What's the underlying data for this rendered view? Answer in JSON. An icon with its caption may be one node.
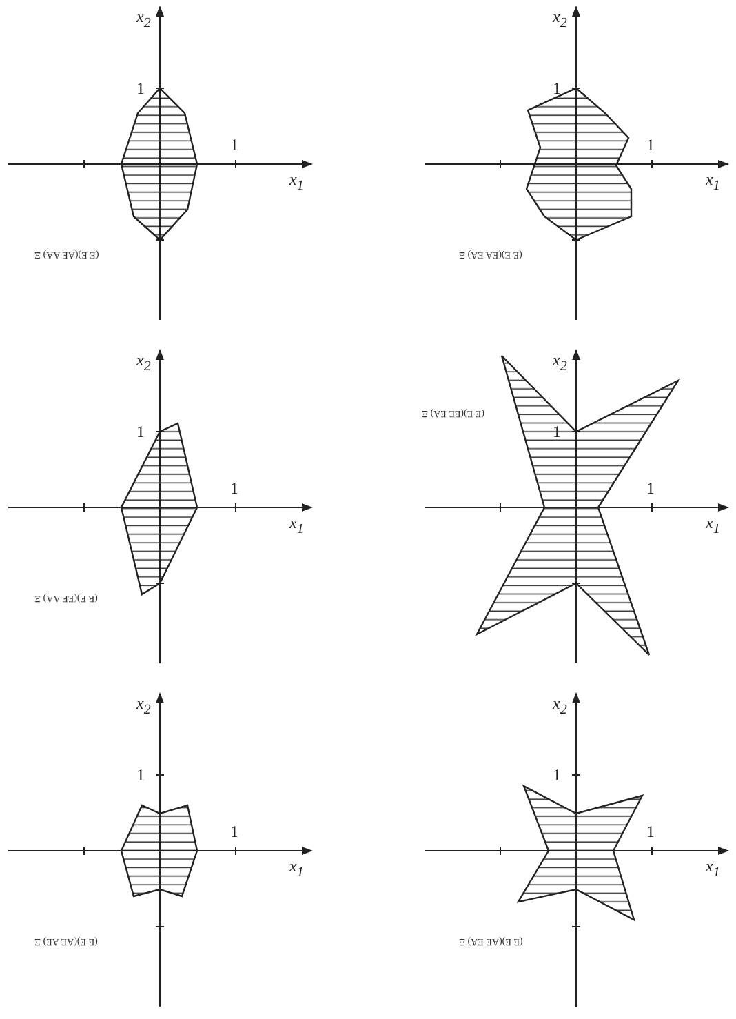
{
  "diagram": {
    "labels": [
      "x$_{2}$",
      "1",
      "1",
      "x$_{1}$",
      "(E E)(AE AA) Ξ",
      "x$_{2}$",
      "1",
      "1",
      "x$_{1}$",
      "(E E)(EA EA) Ξ",
      "x$_{2}$",
      "1",
      "1",
      "x$_{1}$",
      "(E E)(EE AA) Ξ",
      "x$_{2}$",
      "1",
      "1",
      "x$_{1}$",
      "(E E)(EE EA) Ξ",
      "x$_{2}$",
      "1",
      "1",
      "x$_{1}$",
      "(E E)(AE AE) Ξ",
      "x$_{2}$",
      "1",
      "1",
      "x$_{1}$",
      "(E E)(AE EA) Ξ"
    ]
  }
}
